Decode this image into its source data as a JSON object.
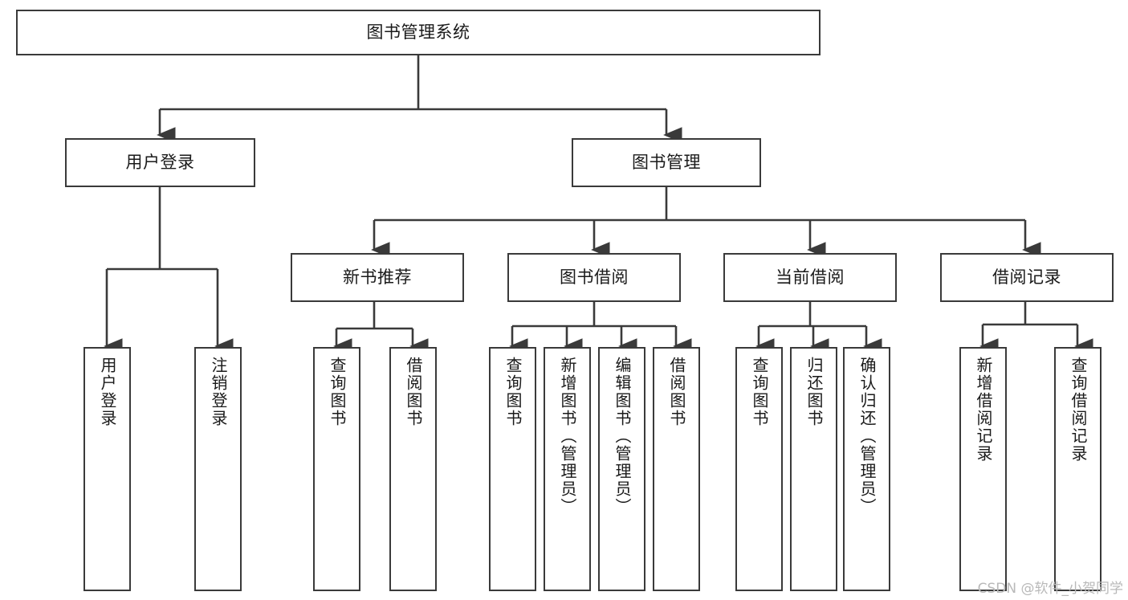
{
  "diagram": {
    "type": "tree-hierarchy",
    "title": "图书管理系统",
    "watermark": "CSDN @软件_小贺同学",
    "colors": {
      "background": "#ffffff",
      "box_border": "#3a3a3a",
      "connector": "#3a3a3a",
      "text": "#1a1a1a",
      "watermark": "#b9b9b9"
    },
    "root": {
      "id": "root",
      "label": "图书管理系统"
    },
    "level2": [
      {
        "id": "user-login",
        "label": "用户登录"
      },
      {
        "id": "book-management",
        "label": "图书管理"
      }
    ],
    "level3": [
      {
        "id": "new-book-recommend",
        "label": "新书推荐",
        "parent": "book-management"
      },
      {
        "id": "book-borrow",
        "label": "图书借阅",
        "parent": "book-management"
      },
      {
        "id": "current-borrow",
        "label": "当前借阅",
        "parent": "book-management"
      },
      {
        "id": "borrow-record",
        "label": "借阅记录",
        "parent": "book-management"
      }
    ],
    "leaves": {
      "user-login": [
        {
          "id": "leaf-user-login",
          "label": "用户登录"
        },
        {
          "id": "leaf-logout",
          "label": "注销登录"
        }
      ],
      "new-book-recommend": [
        {
          "id": "leaf-query-book-1",
          "label": "查询图书"
        },
        {
          "id": "leaf-borrow-book-1",
          "label": "借阅图书"
        }
      ],
      "book-borrow": [
        {
          "id": "leaf-query-book-2",
          "label": "查询图书"
        },
        {
          "id": "leaf-add-book",
          "label": "新增图书（管理员）"
        },
        {
          "id": "leaf-edit-book",
          "label": "编辑图书（管理员）"
        },
        {
          "id": "leaf-borrow-book-2",
          "label": "借阅图书"
        }
      ],
      "current-borrow": [
        {
          "id": "leaf-query-book-3",
          "label": "查询图书"
        },
        {
          "id": "leaf-return-book",
          "label": "归还图书"
        },
        {
          "id": "leaf-confirm-return",
          "label": "确认归还（管理员）"
        }
      ],
      "borrow-record": [
        {
          "id": "leaf-add-record",
          "label": "新增借阅记录"
        },
        {
          "id": "leaf-query-record",
          "label": "查询借阅记录"
        }
      ]
    }
  }
}
